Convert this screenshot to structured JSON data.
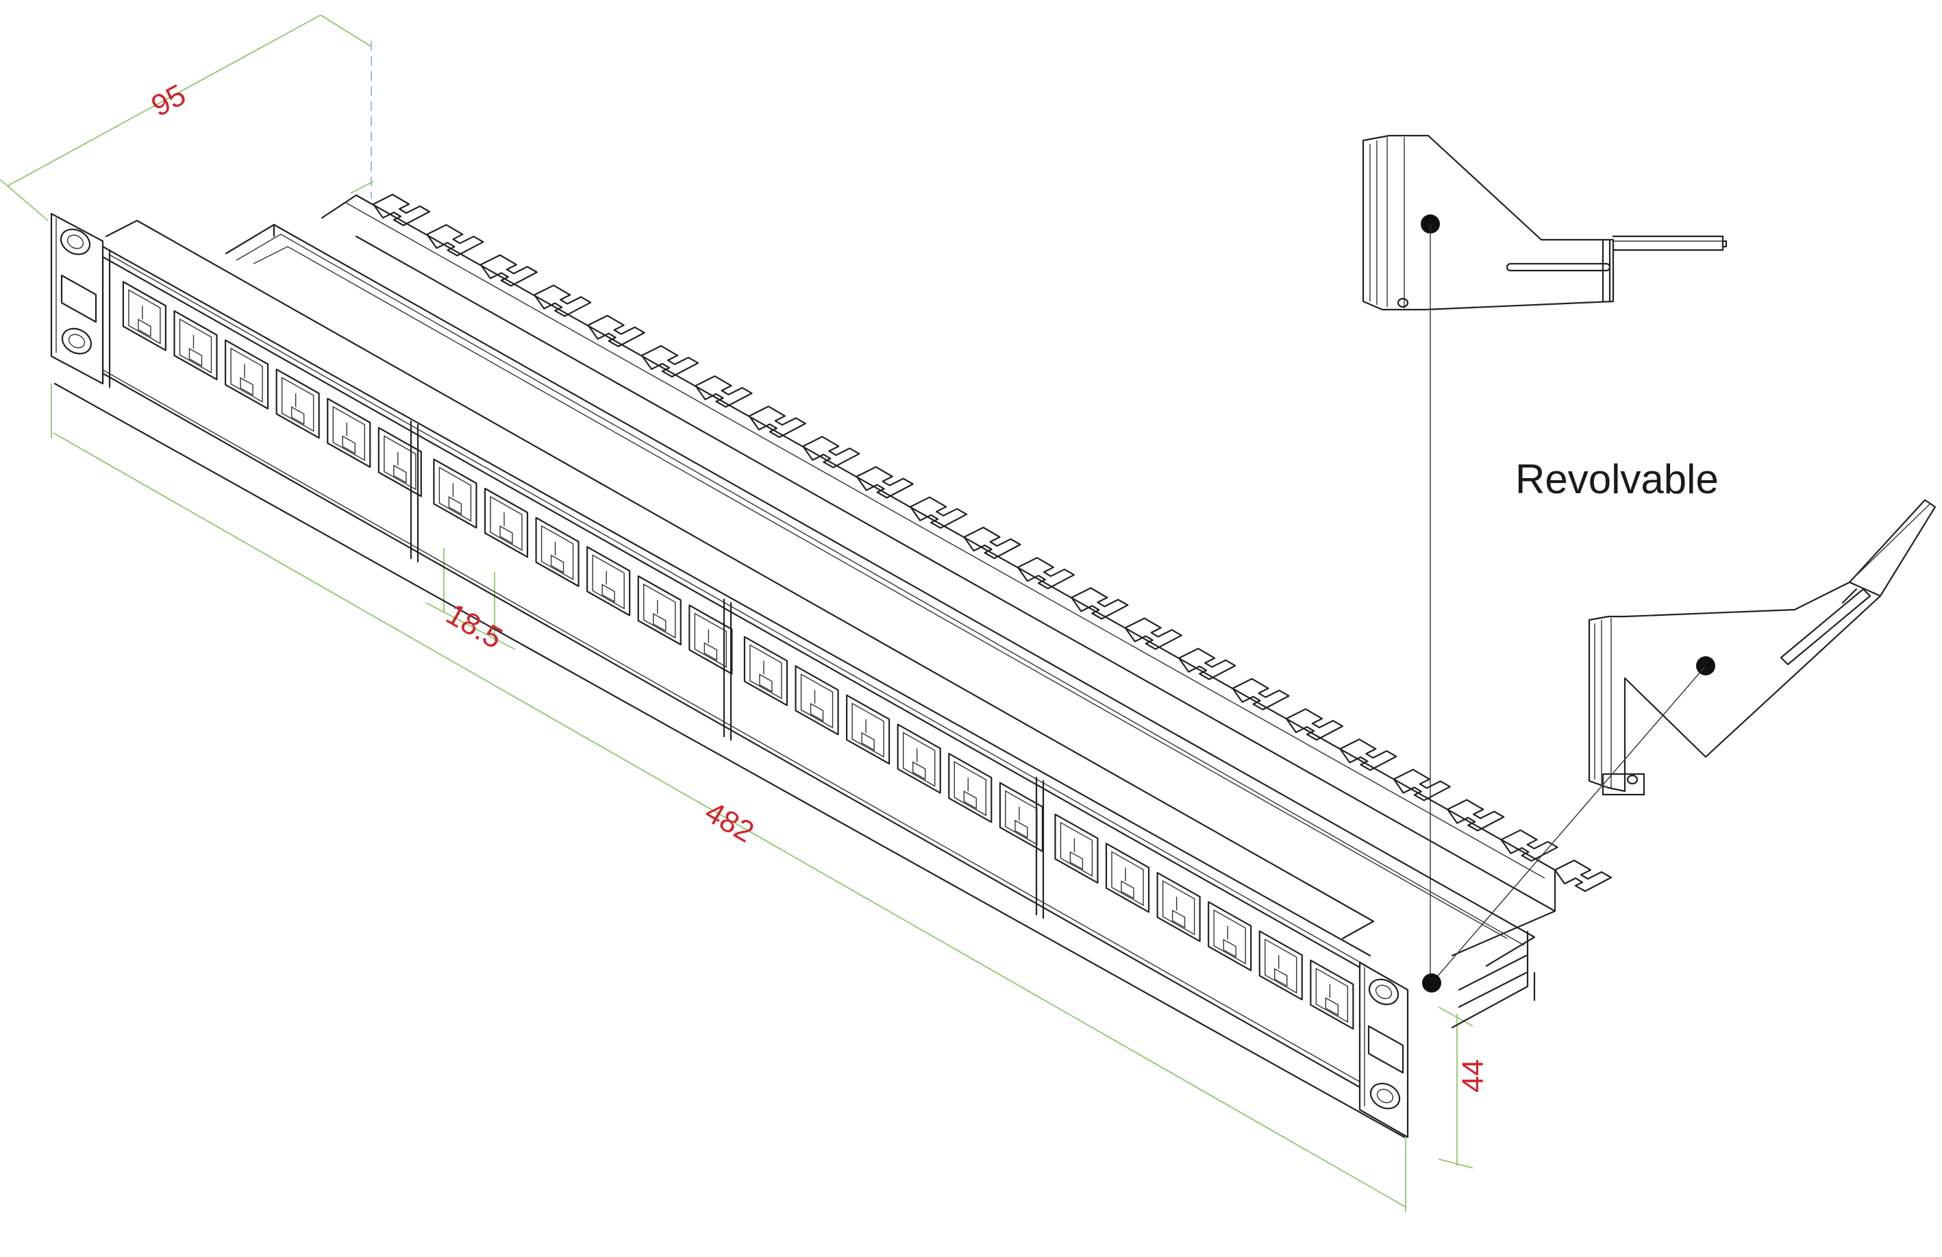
{
  "annotations": {
    "depth": "95",
    "width": "482",
    "port_pitch": "18.5",
    "height": "44",
    "revolvable": "Revolvable"
  },
  "colors": {
    "dimension_text": "#d0252b",
    "dimension_line": "#8cc86a",
    "drawing_line": "#222222"
  }
}
